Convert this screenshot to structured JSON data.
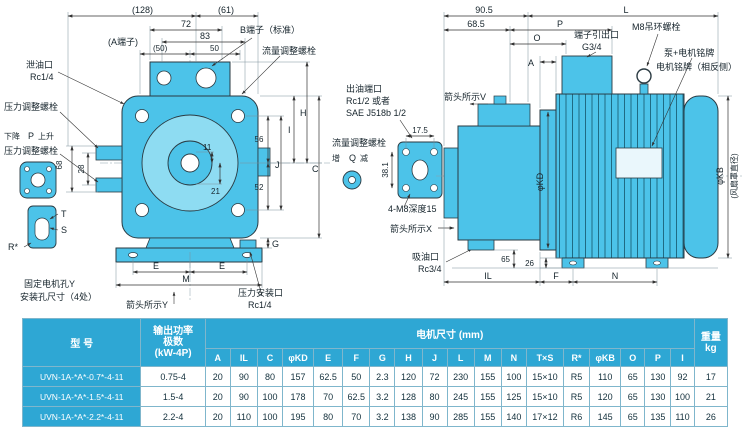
{
  "colors": {
    "body_fill": "#4cc3e9",
    "body_fill_light": "#8edcf2",
    "line": "#2a3a42",
    "table_header_bg": "#2ea7d4",
    "table_border": "#7fb6cc"
  },
  "left_view": {
    "d128": "(128)",
    "d61": "(61)",
    "d72": "72",
    "d83": "83",
    "d50p": "(50)",
    "d50": "50",
    "a_term": "(A端子)",
    "b_term": "B端子（标准）",
    "flow_bolt": "流量调整螺栓",
    "drain1": "泄油口",
    "drain2": "Rc1/4",
    "pres1": "压力调整螺栓",
    "down": "下降",
    "p": "P",
    "up": "上升",
    "pres2": "压力调整螺栓",
    "d68": "68",
    "d28": "28",
    "d11": "11",
    "d21": "21",
    "d56": "56",
    "d52": "52",
    "dI": "I",
    "dH": "H",
    "dJ": "J",
    "dC": "C",
    "dG": "G",
    "dT": "T",
    "dS": "S",
    "dR": "R*",
    "dE1": "E",
    "dE2": "E",
    "dM": "M",
    "fix_y": "固定电机孔Y",
    "mount4": "安装孔尺寸（4处）",
    "arrow_y": "箭头所示Y",
    "pport1": "压力安装口",
    "pport2": "Rc1/4"
  },
  "center": {
    "out1": "出油端口",
    "out2": "Rc1/2  或者",
    "out3": "SAE  J518b  1/2",
    "flow": "流量调整螺栓",
    "inc": "增",
    "q": "Q",
    "dec": "减",
    "d175": "17.5",
    "d381": "38.1",
    "m8": "4-M8深度15",
    "arrow_x": "箭头所示X",
    "suc1": "吸油口",
    "suc2": "Rc3/4"
  },
  "right_view": {
    "d905": "90.5",
    "d685": "68.5",
    "dL": "L",
    "dP": "P",
    "dO": "O",
    "dA": "A",
    "term1": "端子引出口",
    "term2": "G3/4",
    "eyebolt": "M8吊环螺栓",
    "plate1": "泵+电机铭牌",
    "plate2": "电机铭牌（相反侧）",
    "arrow_v": "箭头所示V",
    "kd": "φKD",
    "kb": "φKB",
    "kbnote": "(风扇罩直径)",
    "d26": "26",
    "d65": "65",
    "dIL": "IL",
    "dF": "F",
    "dN": "N"
  },
  "table": {
    "h_model": "型  号",
    "h_power_1": "输出功率",
    "h_power_2": "极数",
    "h_power_3": "(kW-4P)",
    "h_motor": "电机尺寸 (mm)",
    "h_weight_1": "重量",
    "h_weight_2": "kg",
    "cols": [
      "A",
      "IL",
      "C",
      "φKD",
      "E",
      "F",
      "G",
      "H",
      "J",
      "L",
      "M",
      "N",
      "T×S",
      "R*",
      "φKB",
      "O",
      "P",
      "I"
    ],
    "rows": [
      {
        "model": "UVN-1A-*A*-0.7*-4-11",
        "power": "0.75-4",
        "v": [
          "20",
          "90",
          "80",
          "157",
          "62.5",
          "50",
          "2.3",
          "120",
          "72",
          "230",
          "155",
          "100",
          "15×10",
          "R5",
          "110",
          "65",
          "130",
          "92"
        ],
        "weight": "17"
      },
      {
        "model": "UVN-1A-*A*-1.5*-4-11",
        "power": "1.5-4",
        "v": [
          "20",
          "90",
          "100",
          "178",
          "70",
          "62.5",
          "3.2",
          "128",
          "80",
          "245",
          "155",
          "125",
          "15×10",
          "R5",
          "120",
          "65",
          "130",
          "100"
        ],
        "weight": "21"
      },
      {
        "model": "UVN-1A-*A*-2.2*-4-11",
        "power": "2.2-4",
        "v": [
          "20",
          "110",
          "100",
          "195",
          "80",
          "70",
          "3.2",
          "138",
          "90",
          "285",
          "155",
          "140",
          "17×12",
          "R6",
          "145",
          "65",
          "135",
          "110"
        ],
        "weight": "26"
      }
    ]
  }
}
